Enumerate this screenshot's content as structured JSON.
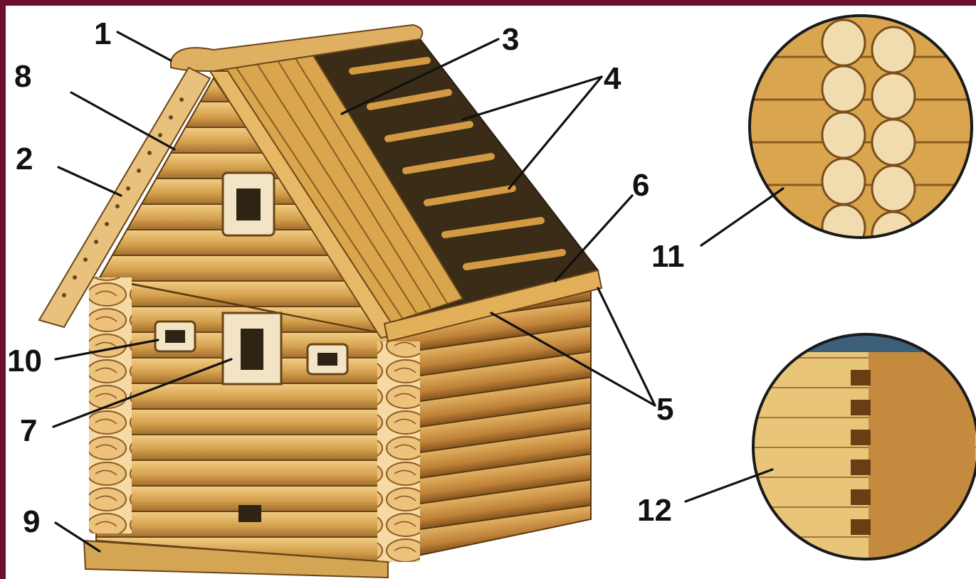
{
  "diagram": {
    "labels": {
      "l1": "1",
      "l2": "2",
      "l3": "3",
      "l4": "4",
      "l5": "5",
      "l6": "6",
      "l7": "7",
      "l8": "8",
      "l9": "9",
      "l10": "10",
      "l11": "11",
      "l12": "12"
    }
  },
  "colors": {
    "frame": "#6b1030",
    "background": "#ffffff",
    "log_light": "#e6bd6e",
    "log_mid": "#c8923f",
    "log_dark": "#8a5a22",
    "roof_dark": "#2e2414"
  }
}
